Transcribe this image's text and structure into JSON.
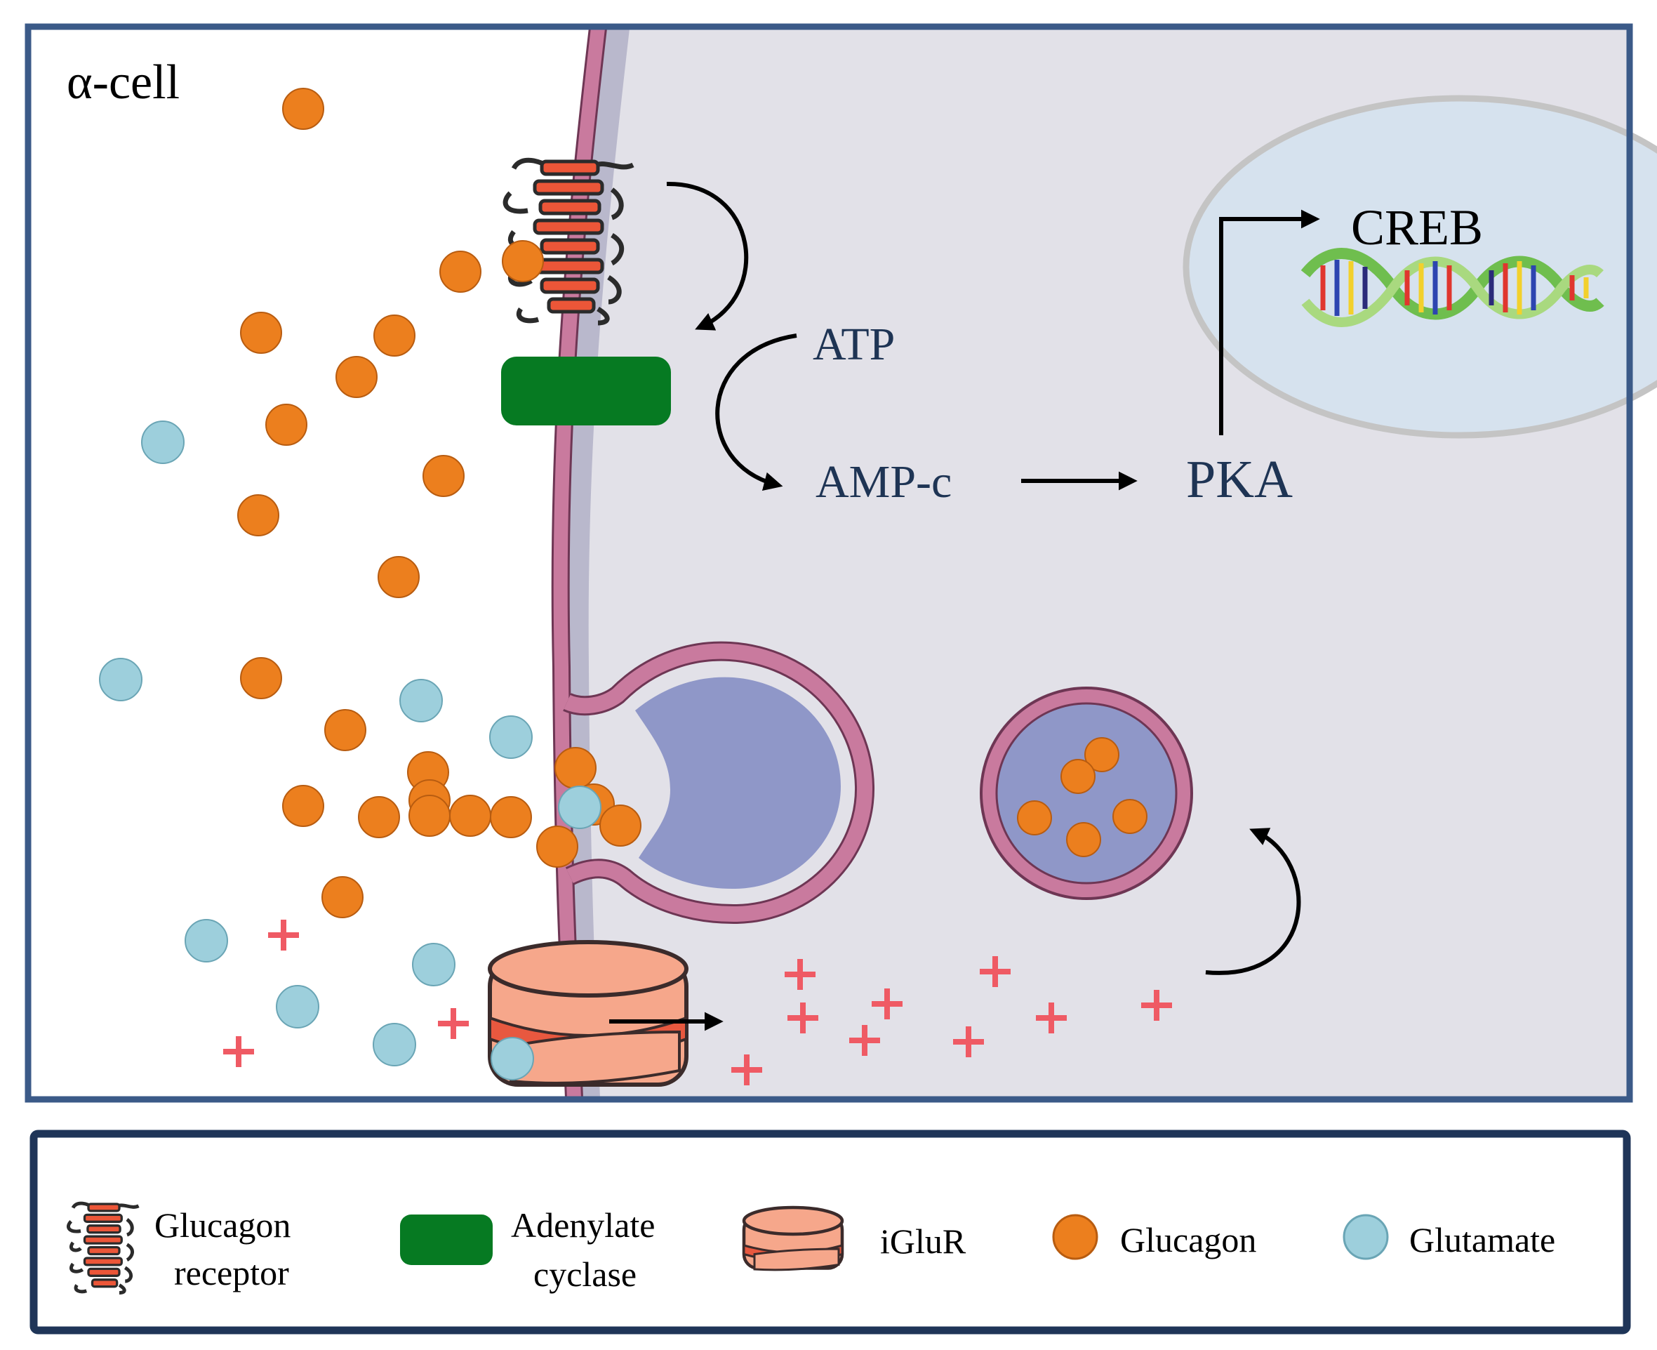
{
  "panel": {
    "title": "α-cell"
  },
  "pathway": {
    "atp": "ATP",
    "camp": "AMP-c",
    "pka": "PKA",
    "creb": "CREB"
  },
  "legend": {
    "items": [
      {
        "key": "receptor",
        "line1": "Glucagon",
        "line2": "receptor"
      },
      {
        "key": "adenylate",
        "line1": "Adenylate",
        "line2": "cyclase"
      },
      {
        "key": "iglur",
        "line1": "iGluR",
        "line2": ""
      },
      {
        "key": "glucagon",
        "line1": "Glucagon",
        "line2": ""
      },
      {
        "key": "glutamate",
        "line1": "Glutamate",
        "line2": ""
      }
    ]
  },
  "colors": {
    "frame": "#3b5a88",
    "legend_frame": "#1f3558",
    "cytoplasm": "#e2e1e8",
    "membrane": "#c97a9e",
    "membrane_inner": "#b9b8cc",
    "nucleus": "#d6e2ee",
    "nucleus_edge": "#c4c4c4",
    "glucagon": "#ec7f1e",
    "glutamate": "#9dcfdc",
    "adenylate": "#067a22",
    "iglur": "#f6a78b",
    "iglur_dark": "#e8583f",
    "receptor": "#ec5638",
    "plus": "#ef5a64",
    "vesicle": "#8f97c8",
    "text_blue": "#1e3454"
  }
}
